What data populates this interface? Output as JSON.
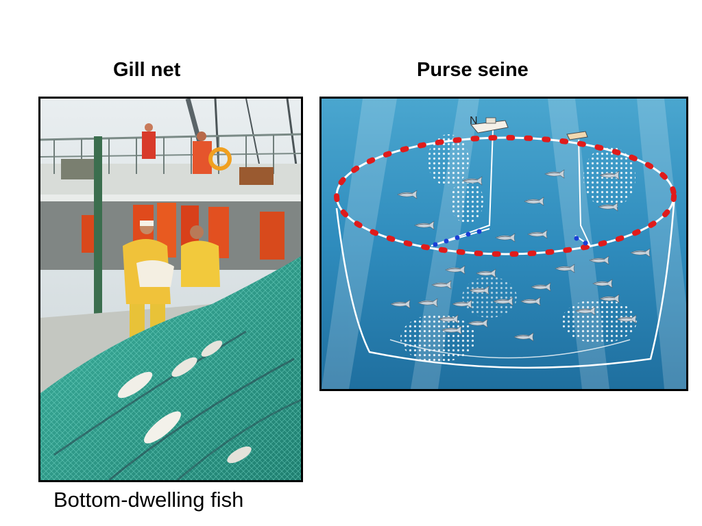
{
  "slide": {
    "left_title": "Gill net",
    "right_title": "Purse seine",
    "left_caption": "Bottom-dwelling fish"
  },
  "colors": {
    "net_green": "#2f9e8c",
    "water_blue": "#2a8fbf",
    "float_red": "#e01b1b",
    "lead_blue": "#1a3fd6",
    "vest_orange": "#e0481d",
    "slicker_yellow": "#e8c02a"
  },
  "diagram": {
    "net_marker_letter": "N"
  }
}
